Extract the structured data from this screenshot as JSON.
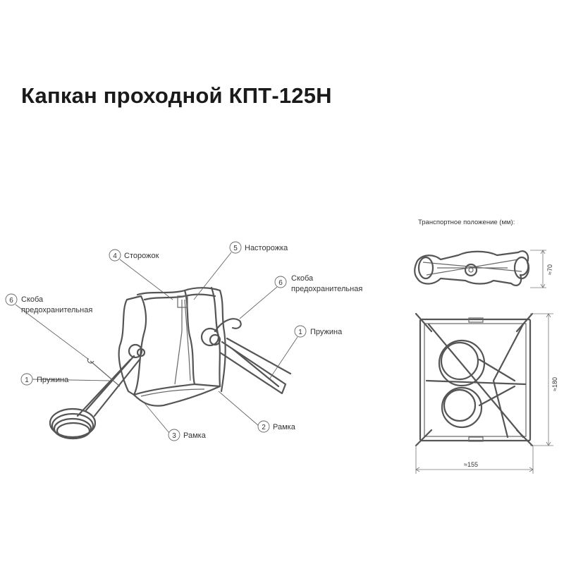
{
  "title": "Капкан проходной КПТ-125Н",
  "callouts": [
    {
      "num": "4",
      "label": "Сторожок"
    },
    {
      "num": "5",
      "label": "Насторожка"
    },
    {
      "num": "6",
      "label": "Скоба",
      "label2": "предохранительная"
    },
    {
      "num": "6",
      "label": "Скоба",
      "label2": "предохранительная"
    },
    {
      "num": "1",
      "label": "Пружина"
    },
    {
      "num": "1",
      "label": "Пружина"
    },
    {
      "num": "2",
      "label": "Рамка"
    },
    {
      "num": "3",
      "label": "Рамка"
    }
  ],
  "transport": {
    "caption": "Транспортное положение (мм):",
    "dim_height": "≈70",
    "dim_side": "≈180",
    "dim_width": "≈155"
  }
}
